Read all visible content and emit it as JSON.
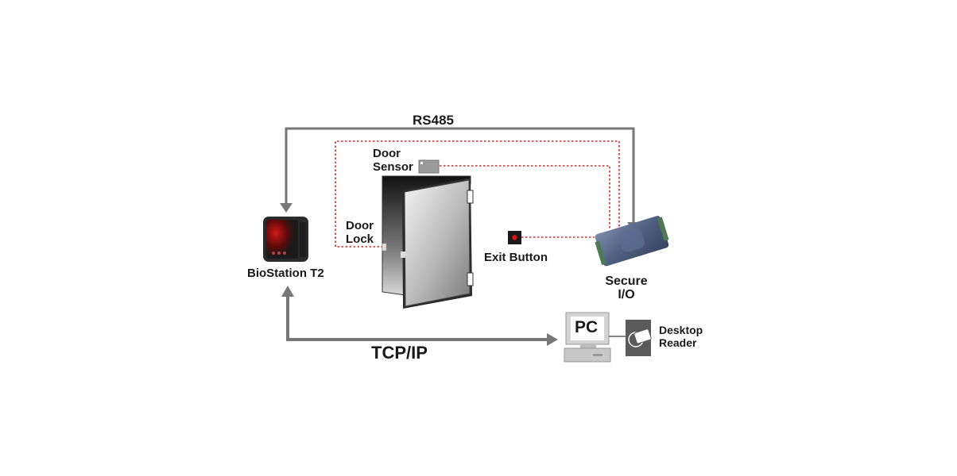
{
  "diagram": {
    "title": "BioStation T2 access control wiring",
    "colors": {
      "connection_line": "#777777",
      "wiring_line": "#d22a2a",
      "exit_button_led": "#e01010"
    },
    "nodes": {
      "biostation": {
        "label": "BioStation T2",
        "icon": "fingerprint-terminal-icon"
      },
      "door_sensor": {
        "label_line1": "Door",
        "label_line2": "Sensor",
        "icon": "door-sensor-icon"
      },
      "door_lock": {
        "label_line1": "Door",
        "label_line2": "Lock",
        "icon": "door-lock-icon"
      },
      "door": {
        "icon": "door-icon"
      },
      "exit_button": {
        "label": "Exit Button",
        "icon": "exit-button-icon"
      },
      "secure_io": {
        "label_line1": "Secure",
        "label_line2": "I/O",
        "icon": "secure-io-module-icon"
      },
      "pc": {
        "label": "PC",
        "icon": "computer-icon"
      },
      "desktop_reader": {
        "label_line1": "Desktop",
        "label_line2": "Reader",
        "icon": "card-reader-icon"
      }
    },
    "edges": [
      {
        "from": "secure_io",
        "to": "biostation",
        "label": "RS485",
        "style": "solid-arrow"
      },
      {
        "from": "biostation",
        "to": "pc",
        "label": "TCP/IP",
        "style": "solid-double-arrow"
      },
      {
        "from": "door_lock",
        "to": "secure_io",
        "label": "",
        "style": "dotted"
      },
      {
        "from": "door_sensor",
        "to": "secure_io",
        "label": "",
        "style": "dotted"
      },
      {
        "from": "exit_button",
        "to": "secure_io",
        "label": "",
        "style": "dotted"
      },
      {
        "from": "pc",
        "to": "desktop_reader",
        "label": "",
        "style": "solid"
      }
    ]
  }
}
